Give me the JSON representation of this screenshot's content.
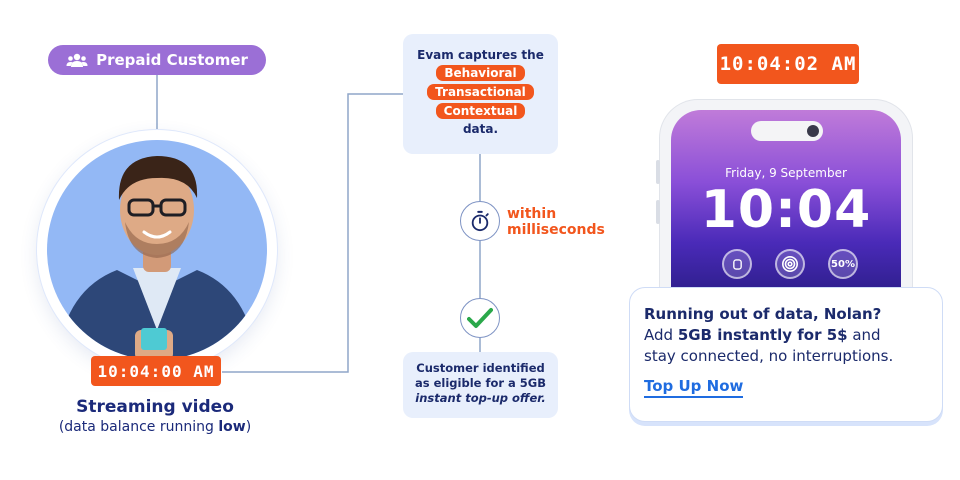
{
  "customer": {
    "badge_label": "Prepaid Customer",
    "badge_icon": "users-icon",
    "event_time": "10:04:00 AM",
    "caption_title": "Streaming video",
    "caption_prefix": "(data balance running ",
    "caption_emphasis": "low",
    "caption_suffix": ")"
  },
  "flow": {
    "capture": {
      "intro": "Evam captures the",
      "tags": [
        "Behavioral",
        "Transactional",
        "Contextual"
      ],
      "outro": "data."
    },
    "timing_line1": "within",
    "timing_line2": "milliseconds",
    "result_line1": "Customer identified",
    "result_line2": "as eligible for a 5GB",
    "result_line3": "instant top-up offer."
  },
  "phone": {
    "offer_time": "10:04:02 AM",
    "lock_date": "Friday, 9 September",
    "lock_time": "10:04",
    "widget_battery": "50%",
    "notification": {
      "title": "Running out of data, Nolan?",
      "line2_prefix": "Add ",
      "line2_bold": "5GB instantly for 5$",
      "line2_suffix": " and",
      "line3": "stay connected, no interruptions.",
      "cta_label": "Top Up Now"
    }
  },
  "colors": {
    "accent_orange": "#f2561d",
    "badge_purple": "#9b6fd6",
    "card_blue": "#e8effc",
    "text_navy": "#1b2a6b",
    "link_blue": "#1f6ce0"
  }
}
